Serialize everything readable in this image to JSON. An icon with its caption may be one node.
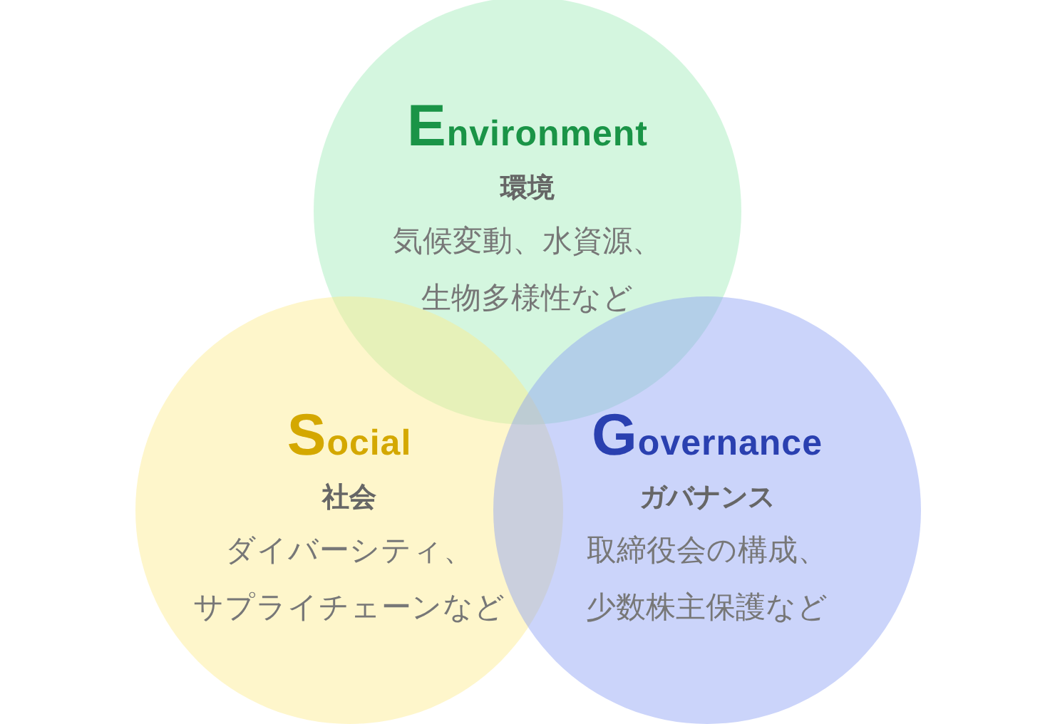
{
  "diagram": {
    "nodes": [
      {
        "text": [
          "Environment",
          "環境",
          "気候変動、水資源、生物多様性など"
        ]
      },
      {
        "text": [
          "Social",
          "社会",
          "ダイバーシティ、サプライチェーンなど"
        ]
      },
      {
        "text": [
          "Governance",
          "ガバナンス",
          "取締役会の構成、少数株主保護など"
        ]
      }
    ]
  }
}
